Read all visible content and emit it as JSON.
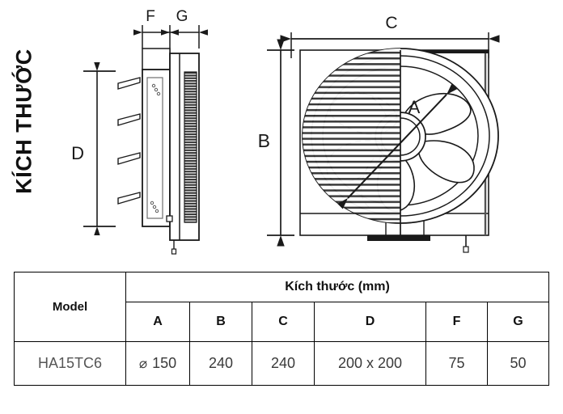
{
  "section": {
    "title": "KÍCH THƯỚC"
  },
  "drawing": {
    "side_view": {
      "dim_f_label": "F",
      "dim_g_label": "G",
      "dim_d_label": "D"
    },
    "front_view": {
      "dim_c_label": "C",
      "dim_b_label": "B",
      "dim_a_label": "A"
    },
    "colors": {
      "line": "#1a1a1a",
      "fill": "#ffffff",
      "grille": "#2b2b2b",
      "light_line": "#8a8a8a"
    }
  },
  "table": {
    "model_header": "Model",
    "group_header": "Kích thước (mm)",
    "columns": [
      "A",
      "B",
      "C",
      "D",
      "F",
      "G"
    ],
    "rows": [
      {
        "model": "HA15TC6",
        "a": "150",
        "a_prefix": "⌀",
        "b": "240",
        "c": "240",
        "d": "200 x 200",
        "f": "75",
        "g": "50"
      }
    ]
  }
}
